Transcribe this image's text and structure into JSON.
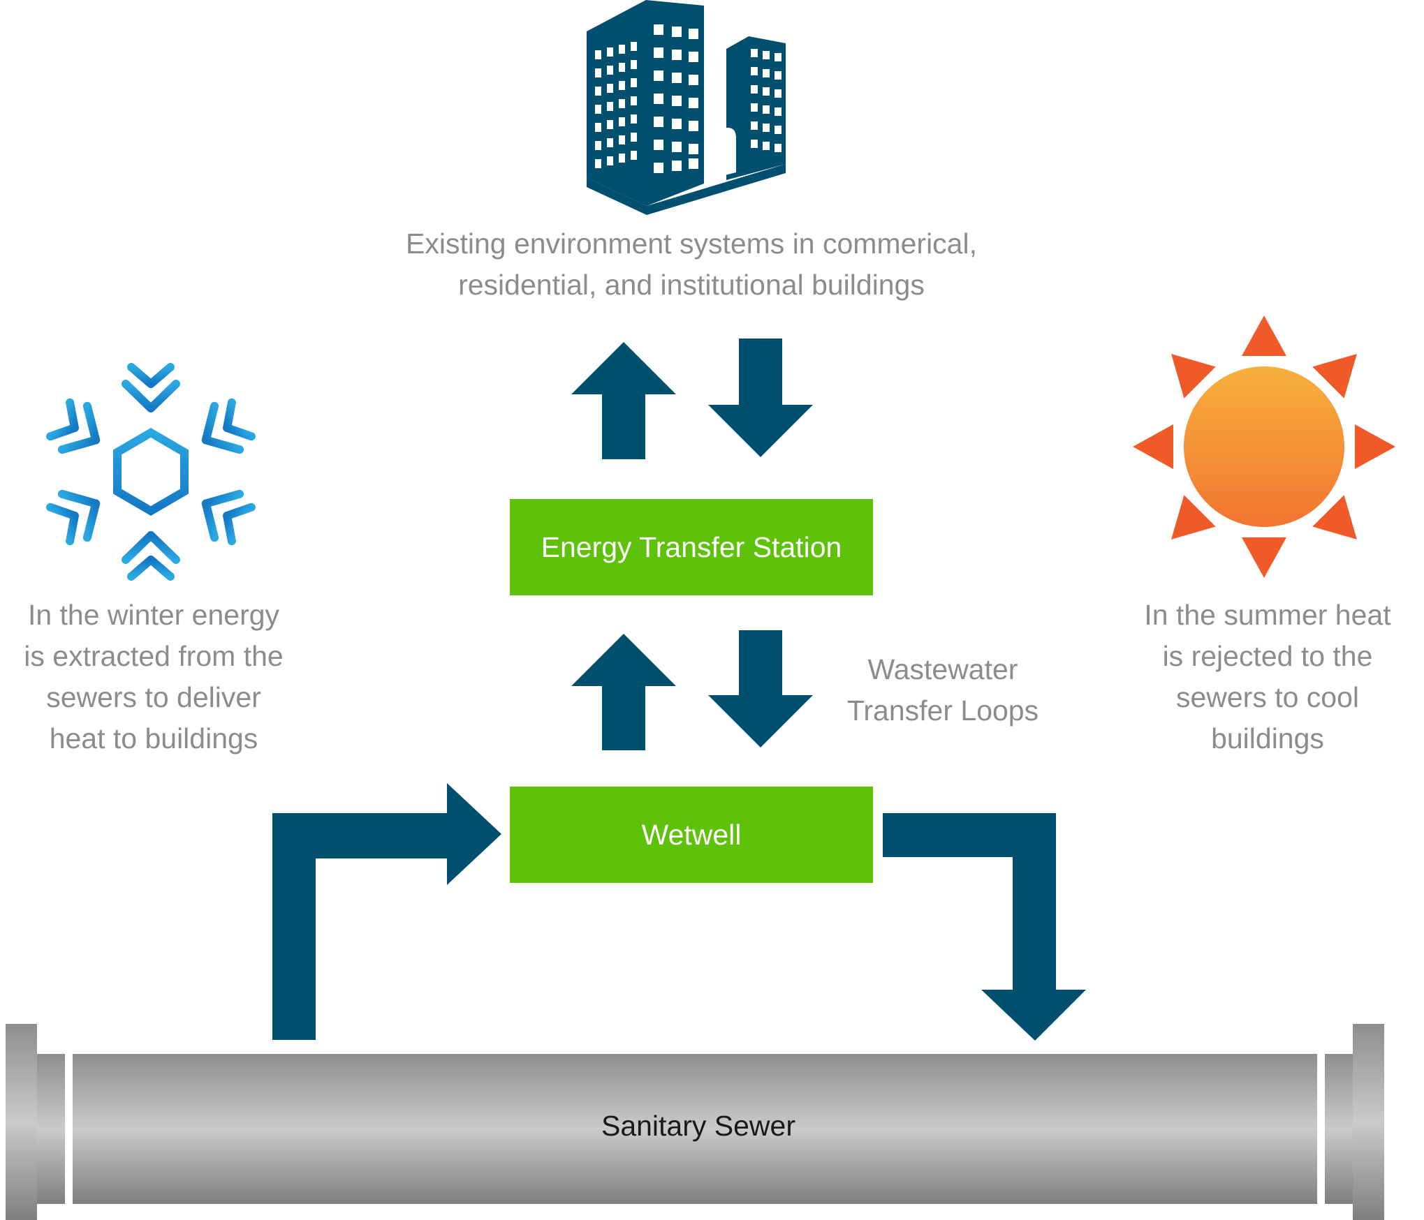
{
  "colors": {
    "arrow": "#014f6f",
    "box": "#5ec10a",
    "box_text": "#ffffff",
    "caption_text": "#8c8c8c",
    "pipe_dark": "#8e8e8e",
    "pipe_light": "#c8c8c8",
    "snowflake_top": "#2aa8e0",
    "snowflake_bottom": "#1478c4",
    "sun_rays": "#f05a28",
    "sun_center_top": "#f7b03c",
    "sun_center_bottom": "#f27530"
  },
  "icons": {
    "building": "building-icon",
    "snowflake": "snowflake-icon",
    "sun": "sun-icon"
  },
  "captions": {
    "buildings": "Existing environment systems in commerical,\nresidential, and institutional buildings",
    "winter": "In the winter energy\nis extracted from the\nsewers to deliver\nheat to buildings",
    "summer": "In the summer heat\nis rejected to the\nsewers to cool\nbuildings",
    "loops": "Wastewater\nTransfer Loops"
  },
  "boxes": {
    "station": "Energy Transfer Station",
    "wetwell": "Wetwell"
  },
  "sewer": {
    "label": "Sanitary Sewer"
  }
}
